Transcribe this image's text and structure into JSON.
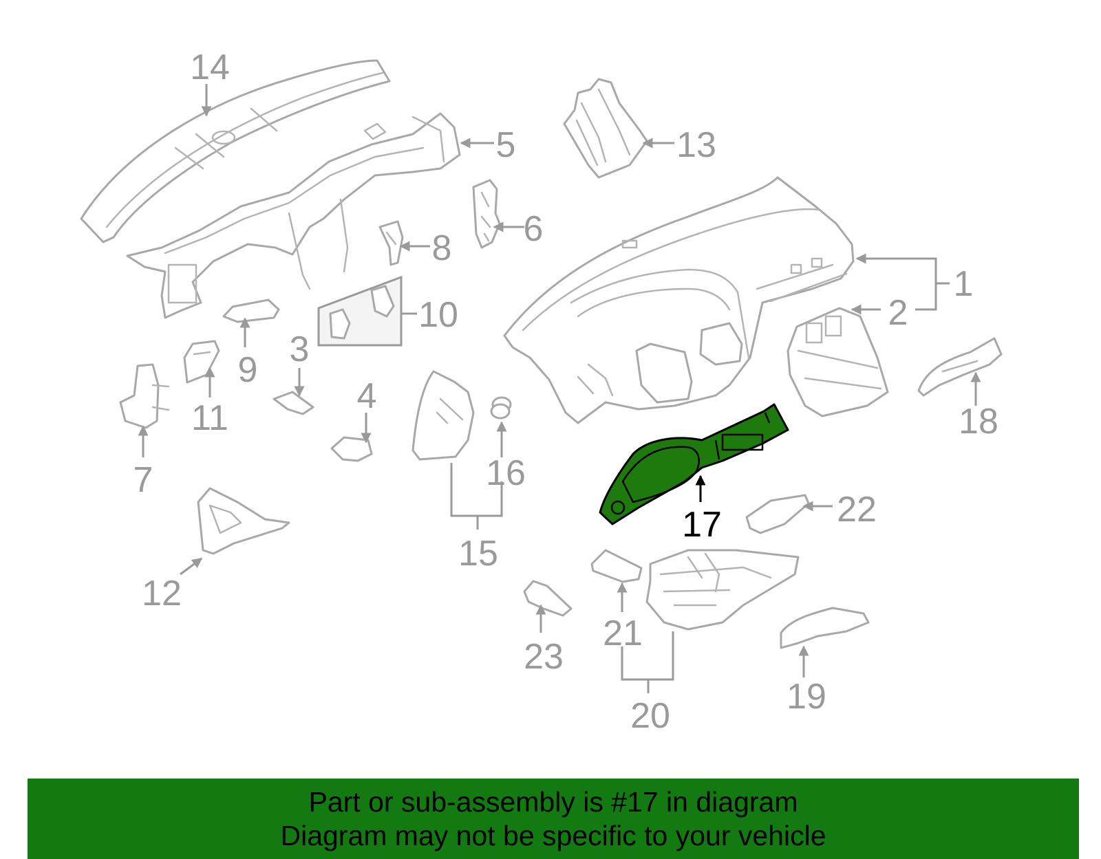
{
  "callouts": {
    "c1": "1",
    "c2": "2",
    "c3": "3",
    "c4": "4",
    "c5": "5",
    "c6": "6",
    "c7": "7",
    "c8": "8",
    "c9": "9",
    "c10": "10",
    "c11": "11",
    "c12": "12",
    "c13": "13",
    "c14": "14",
    "c15": "15",
    "c16": "16",
    "c17": "17",
    "c18": "18",
    "c19": "19",
    "c20": "20",
    "c21": "21",
    "c22": "22",
    "c23": "23"
  },
  "highlight": {
    "part": "17",
    "fill": "#1f7a0e"
  },
  "banner": {
    "line1": "Part or sub-assembly is #17 in diagram",
    "line2": "Diagram may not be specific to your vehicle",
    "color": "#137a12"
  },
  "palette": {
    "line": "#9a9a9a",
    "part_stroke": "#a8a8a8",
    "highlight_stroke": "#000000"
  }
}
